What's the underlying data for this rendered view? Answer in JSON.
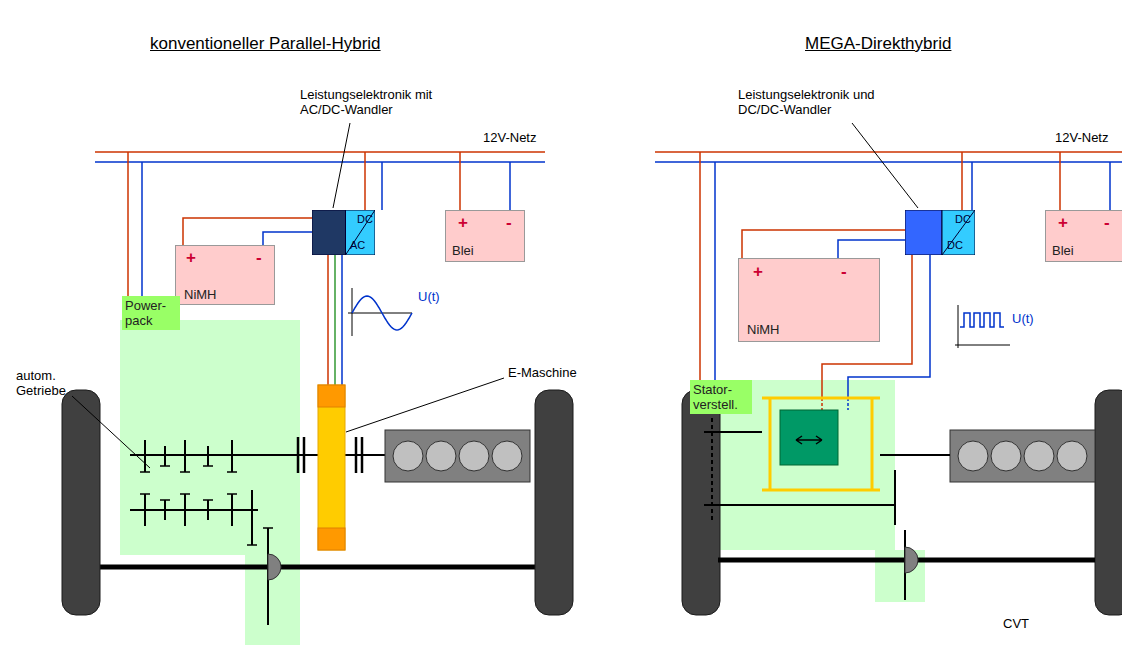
{
  "diagram": {
    "nodes": [
      {
        "text": [
          "+",
          "-",
          "NiMH"
        ]
      },
      {
        "text": [
          "DC",
          "AC"
        ]
      },
      {
        "text": [
          "+",
          "-",
          "Blei"
        ]
      },
      {
        "text": [
          "Power- pack"
        ]
      },
      {
        "text": [
          "+",
          "-",
          "NiMH"
        ]
      },
      {
        "text": [
          "DC",
          "DC"
        ]
      },
      {
        "text": [
          "+",
          "-",
          "Blei"
        ]
      },
      {
        "text": [
          "Stator- verstell."
        ]
      }
    ],
    "edges": [
      {
        "from": 0,
        "to": 1,
        "arrow": "none"
      },
      {
        "from": 0,
        "to": 1,
        "arrow": "none"
      },
      {
        "from": 4,
        "to": 5,
        "arrow": "none"
      },
      {
        "from": 4,
        "to": 5,
        "arrow": "none"
      }
    ],
    "labels": [
      "konventioneller Parallel-Hybrid",
      "MEGA-Direkthybrid",
      "Leistungselektronik mit AC/DC-Wandler",
      "12V-Netz",
      "U(t)",
      "E-Maschine",
      "autom. Getriebe",
      "Leistungselektronik und DC/DC-Wandler",
      "12V-Netz",
      "U(t)",
      "CVT"
    ]
  }
}
